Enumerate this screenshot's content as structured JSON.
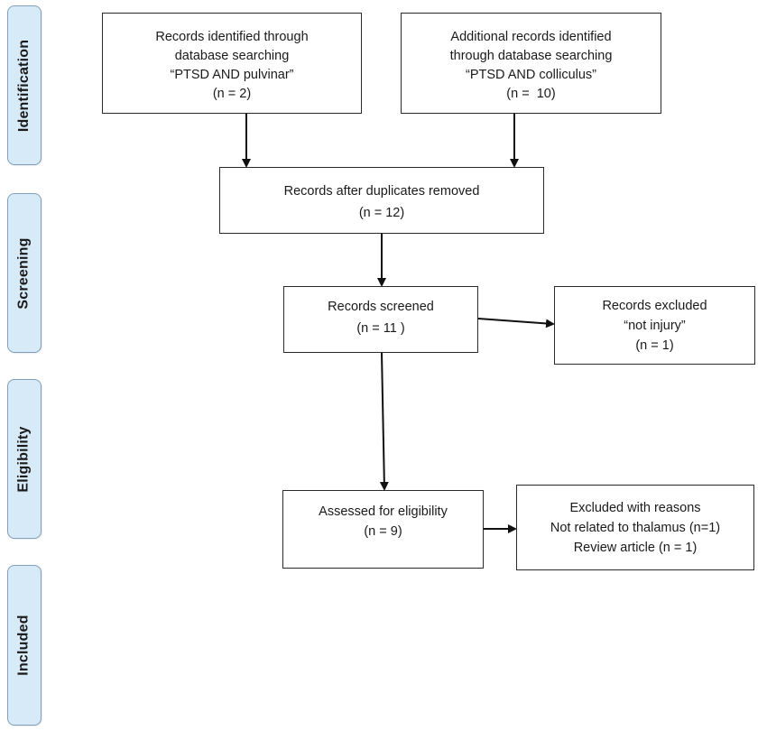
{
  "phases": {
    "identification": "Identification",
    "screening": "Screening",
    "eligibility": "Eligibility",
    "included": "Included"
  },
  "boxes": {
    "identified_pulvinar": [
      "Records identified through",
      "database searching",
      "“PTSD AND pulvinar”",
      "(n = 2)"
    ],
    "identified_colliculus": [
      "Additional records identified",
      "through database searching",
      "“PTSD AND colliculus”",
      "(n =  10)"
    ],
    "duplicates_removed": [
      "Records after duplicates removed",
      "(n = 12)"
    ],
    "screened": [
      "Records screened",
      "(n = 11 )"
    ],
    "excluded": [
      "Records excluded",
      "“not injury”",
      "(n = 1)"
    ],
    "eligibility": [
      "Assessed for eligibility",
      "(n = 9)"
    ],
    "excluded_reasons": [
      "Excluded with reasons",
      "Not related to thalamus (n=1)",
      "Review article (n = 1)"
    ]
  },
  "colors": {
    "phase_fill": "#d7eaf8",
    "phase_border": "#7f9fbd",
    "box_border": "#2b2b2b",
    "arrow": "#111111"
  }
}
